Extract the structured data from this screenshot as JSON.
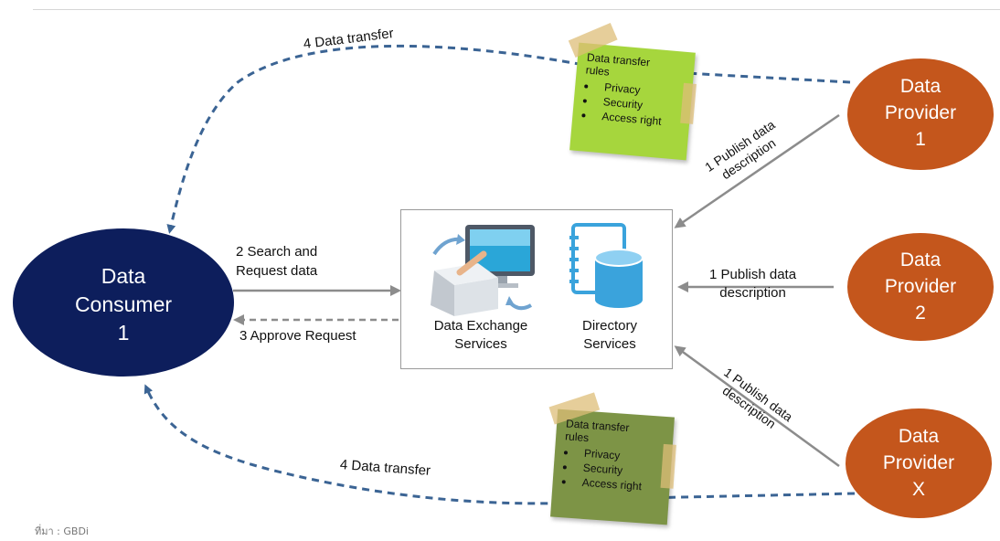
{
  "consumer": {
    "line1": "Data",
    "line2": "Consumer",
    "line3": "1"
  },
  "providers": [
    {
      "line1": "Data",
      "line2": "Provider",
      "line3": "1"
    },
    {
      "line1": "Data",
      "line2": "Provider",
      "line3": "2"
    },
    {
      "line1": "Data",
      "line2": "Provider",
      "line3": "X"
    }
  ],
  "services": {
    "exchange": {
      "line1": "Data Exchange",
      "line2": "Services"
    },
    "directory": {
      "line1": "Directory",
      "line2": "Services"
    }
  },
  "flows": {
    "search_line1": "2  Search and",
    "search_line2": "Request data",
    "approve": "3 Approve Request",
    "transfer_top": "4 Data transfer",
    "transfer_bottom": "4 Data transfer",
    "publish1_line1": "1 Publish data",
    "publish1_line2": "description",
    "publish2_line1": "1 Publish data",
    "publish2_line2": "description",
    "publishX_line1": "1 Publish data",
    "publishX_line2": "description"
  },
  "notes": [
    {
      "title_line1": "Data transfer",
      "title_line2": "rules",
      "items": [
        "Privacy",
        "Security",
        "Access right"
      ]
    },
    {
      "title_line1": "Data transfer",
      "title_line2": "rules",
      "items": [
        "Privacy",
        "Security",
        "Access right"
      ]
    }
  ],
  "source": "ที่มา :  GBDi",
  "colors": {
    "consumer": "#0d1e5c",
    "provider": "#c4561c",
    "dashed_arrow": "#3b6494",
    "solid_arrow": "#8c8c8c",
    "note_top": "#a6d63d",
    "note_bottom": "#7d9446"
  }
}
